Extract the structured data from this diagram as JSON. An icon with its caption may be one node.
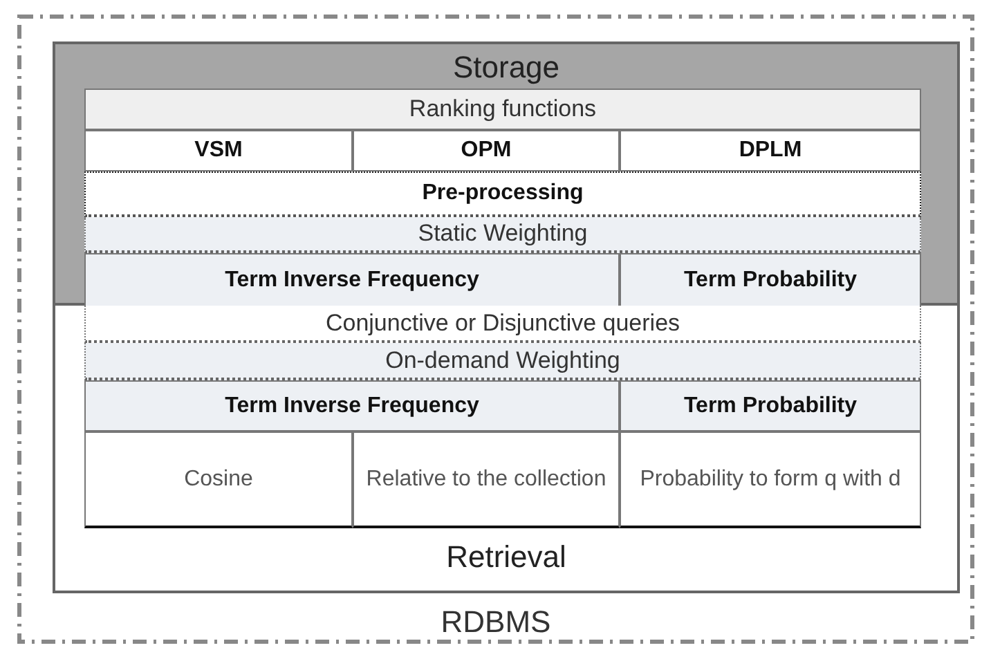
{
  "diagram": {
    "nodes": [
      {
        "text": [
          "RDBMS"
        ]
      },
      {
        "text": [
          "Storage"
        ],
        "in": 0
      },
      {
        "text": [
          "Ranking functions"
        ],
        "in": 1
      },
      {
        "text": [
          "VSM"
        ],
        "in": 1
      },
      {
        "text": [
          "OPM"
        ],
        "in": 1
      },
      {
        "text": [
          "DPLM"
        ],
        "in": 1
      },
      {
        "text": [
          "Pre-processing"
        ],
        "in": 1
      },
      {
        "text": [
          "Static Weighting"
        ],
        "in": 1
      },
      {
        "text": [
          "Term Inverse Frequency"
        ],
        "in": 1
      },
      {
        "text": [
          "Term Probability"
        ],
        "in": 1
      },
      {
        "text": [
          "Retrieval"
        ],
        "in": 0
      },
      {
        "text": [
          "Conjunctive or Disjunctive queries"
        ],
        "in": 10
      },
      {
        "text": [
          "On-demand Weighting"
        ],
        "in": 10
      },
      {
        "text": [
          "Term Inverse Frequency"
        ],
        "in": 10
      },
      {
        "text": [
          "Term Probability"
        ],
        "in": 10
      },
      {
        "text": [
          "Cosine"
        ],
        "in": 10
      },
      {
        "text": [
          "Relative to the collection"
        ],
        "in": 10
      },
      {
        "text": [
          "Probability to form q with d"
        ],
        "in": 10
      }
    ]
  }
}
